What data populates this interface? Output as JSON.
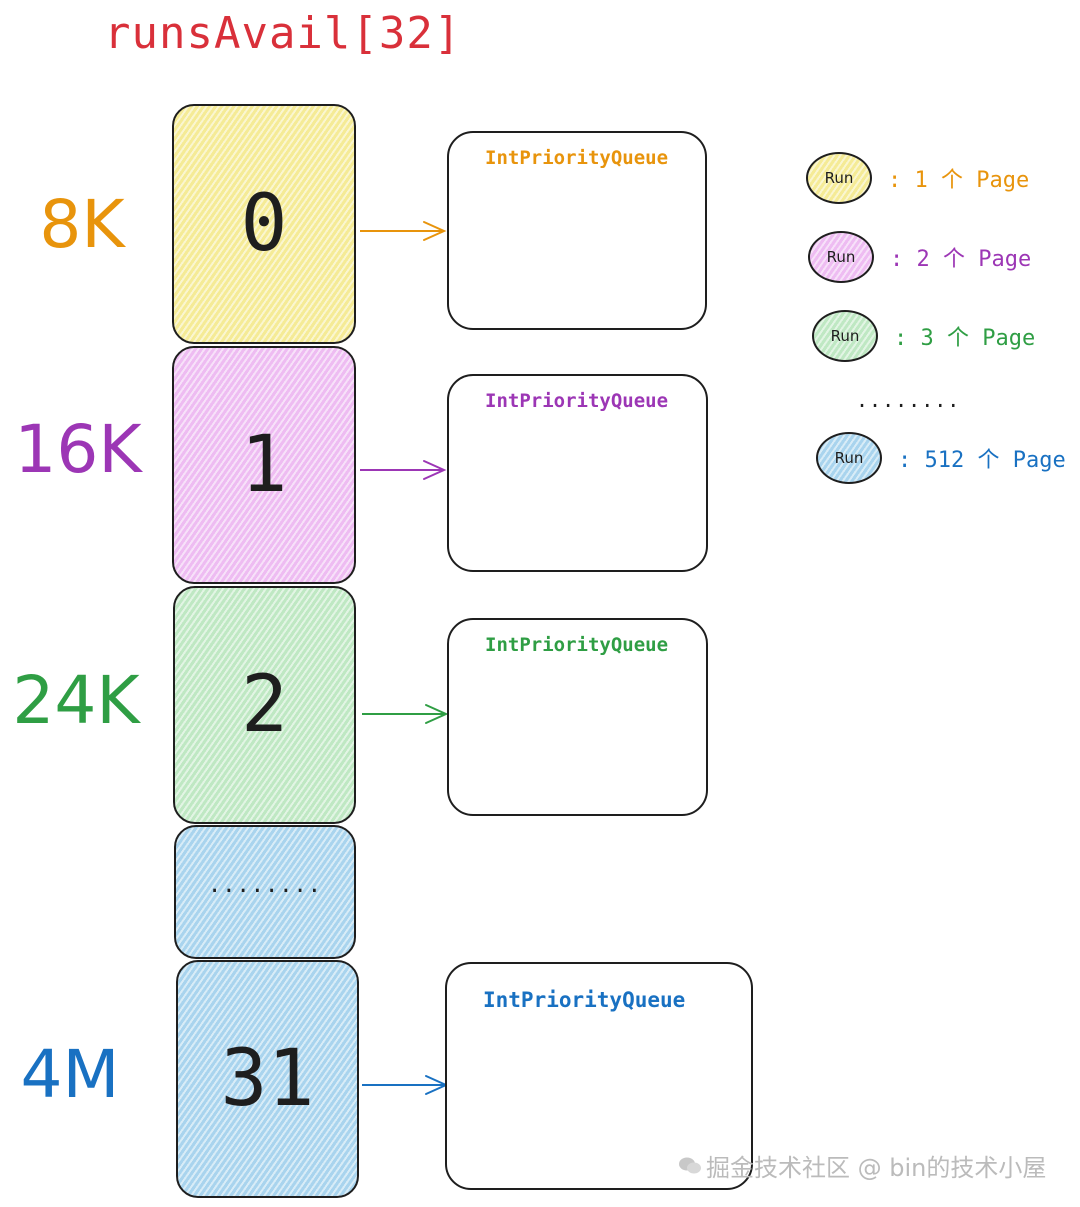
{
  "title": "runsAvail[32]",
  "colors": {
    "orange": "#e8940c",
    "purple": "#9c36b5",
    "green": "#2f9e44",
    "blue": "#1971c2",
    "title_red": "#d9303a",
    "fill_yellow": "#f5eb96",
    "fill_purple": "#eebcf2",
    "fill_green": "#bfe8c3",
    "fill_blue": "#a9d4ee"
  },
  "rows": [
    {
      "size_label": "8K",
      "index": "0",
      "queue_label": "IntPriorityQueue",
      "color": "orange",
      "fill": "fill_yellow"
    },
    {
      "size_label": "16K",
      "index": "1",
      "queue_label": "IntPriorityQueue",
      "color": "purple",
      "fill": "fill_purple"
    },
    {
      "size_label": "24K",
      "index": "2",
      "queue_label": "IntPriorityQueue",
      "color": "green",
      "fill": "fill_green"
    },
    {
      "ellipsis": "........",
      "fill": "fill_blue"
    },
    {
      "size_label": "4M",
      "index": "31",
      "queue_label": "IntPriorityQueue",
      "color": "blue",
      "fill": "fill_blue"
    }
  ],
  "legend": {
    "items": [
      {
        "oval": "Run",
        "text": ": 1 个 Page",
        "color": "orange",
        "fill": "fill_yellow"
      },
      {
        "oval": "Run",
        "text": ": 2 个 Page",
        "color": "purple",
        "fill": "fill_purple"
      },
      {
        "oval": "Run",
        "text": ": 3 个 Page",
        "color": "green",
        "fill": "fill_green"
      },
      {
        "oval": "Run",
        "text": ": 512 个 Page",
        "color": "blue",
        "fill": "fill_blue"
      }
    ],
    "ellipsis": "........"
  },
  "watermark": "掘金技术社区 @ bin的技术小屋"
}
